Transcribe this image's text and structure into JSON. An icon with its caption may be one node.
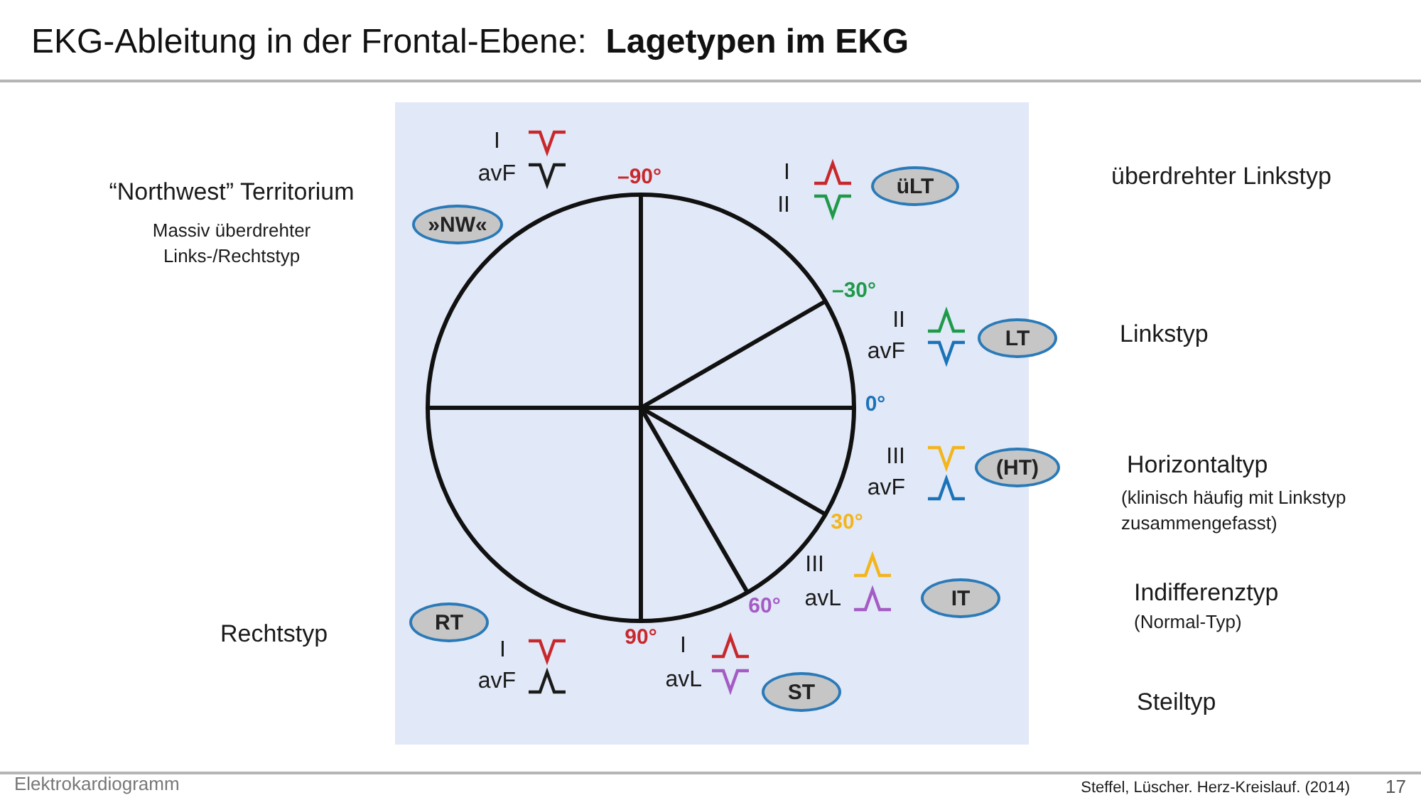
{
  "diagram": {
    "title": "EKG-Ableitung in der Frontal-Ebene:  **Lagetypen im EKG**",
    "nodes": [
      {
        "text": [
          "»NW«"
        ]
      },
      {
        "text": [
          "üLT"
        ]
      },
      {
        "text": [
          "LT"
        ]
      },
      {
        "text": [
          "(HT)"
        ]
      },
      {
        "text": [
          "IT"
        ]
      },
      {
        "text": [
          "RT"
        ]
      },
      {
        "text": [
          "ST"
        ]
      }
    ],
    "labels": [
      "“Northwest” Territorium",
      "Massiv überdrehter Links-/Rechtstyp",
      "I",
      "avF",
      "–90°",
      "I",
      "II",
      "überdrehter Linkstyp",
      "–30°",
      "II",
      "avF",
      "Linkstyp",
      "0°",
      "III",
      "avF",
      "Horizontaltyp",
      "(klinisch häufig mit Linkstyp zusammengefasst)",
      "30°",
      "III",
      "avL",
      "Indifferenztyp",
      "(Normal-Typ)",
      "60°",
      "Rechtstyp",
      "I",
      "avF",
      "90°",
      "I",
      "avL",
      "Steiltyp",
      "Elektrokardiogramm",
      "Steffel, Lüscher. Herz-Kreislauf. (2014)",
      "17"
    ]
  }
}
